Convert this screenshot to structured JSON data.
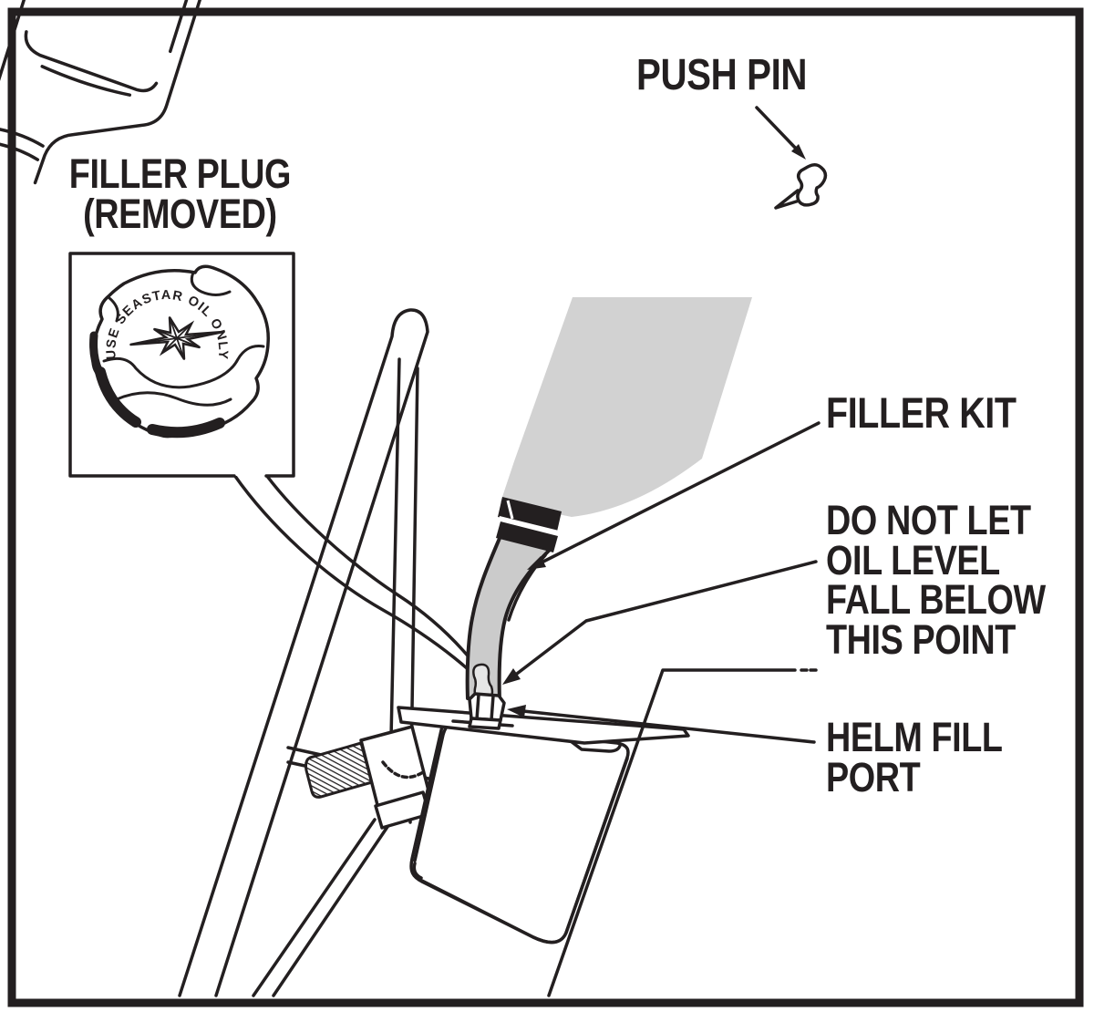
{
  "diagram": {
    "labels": {
      "push_pin": "PUSH PIN",
      "filler_plug": [
        "FILLER PLUG",
        "(REMOVED)"
      ],
      "filler_kit": "FILLER KIT",
      "oil_level_warning": [
        "DO NOT LET",
        "OIL LEVEL",
        "FALL BELOW",
        "THIS POINT"
      ],
      "helm_fill_port": [
        "HELM FILL",
        "PORT"
      ],
      "cap_emblem_text": "USE SEASTAR OIL ONLY"
    },
    "colors": {
      "ink": "#231f20",
      "oil_fill": "#d2d2d2",
      "tube_fill": "#cbcbcb",
      "background": "#ffffff"
    }
  }
}
